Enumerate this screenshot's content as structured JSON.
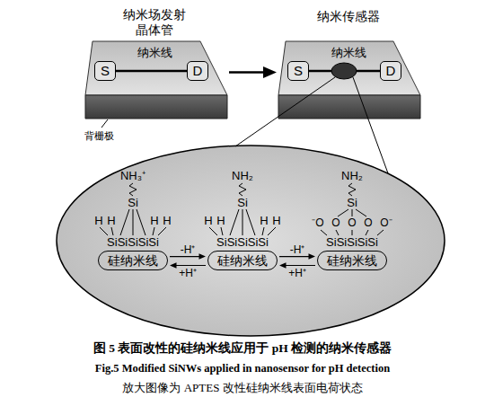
{
  "diagram": {
    "caption": "图 5 表面改性的硅纳米线应用于 pH 检测的纳米传感器",
    "nodes": [
      {
        "text": [
          "纳米场发射 晶体管",
          "纳米线"
        ]
      },
      {
        "text": [
          "S"
        ],
        "in": 0
      },
      {
        "text": [
          "D"
        ],
        "in": 0
      },
      {
        "text": [
          "纳米传感器",
          "纳米线"
        ]
      },
      {
        "text": [
          "S"
        ],
        "in": 3
      },
      {
        "text": [
          "D"
        ],
        "in": 3
      },
      {
        "text": [
          "硅纳米线"
        ]
      },
      {
        "text": [
          "硅纳米线"
        ]
      },
      {
        "text": [
          "硅纳米线"
        ]
      }
    ],
    "edges": [
      {
        "from": 0,
        "to": 3,
        "arrow": "to"
      },
      {
        "from": 6,
        "to": 7,
        "label": "-H⁺",
        "arrow": "to"
      },
      {
        "from": 7,
        "to": 6,
        "label": "+H⁺",
        "arrow": "to"
      },
      {
        "from": 7,
        "to": 8,
        "label": "-H⁺",
        "arrow": "to"
      },
      {
        "from": 8,
        "to": 7,
        "label": "+H⁺",
        "arrow": "to"
      }
    ],
    "labels": [
      "背栅极",
      "NH₃⁺",
      "Si",
      "H",
      "H",
      "H",
      "H",
      "SiSiSiSiSi",
      "NH₂",
      "Si",
      "H",
      "H",
      "H",
      "H",
      "SiSiSiSiSi",
      "NH₂",
      "Si",
      "⁻O",
      "O",
      "O",
      "O",
      "O⁻",
      "SiSiSiSiSi",
      "Fig.5 Modified SiNWs applied in nanosensor for pH detection",
      "放大图像为 APTES 改性硅纳米线表面电荷状态"
    ]
  }
}
